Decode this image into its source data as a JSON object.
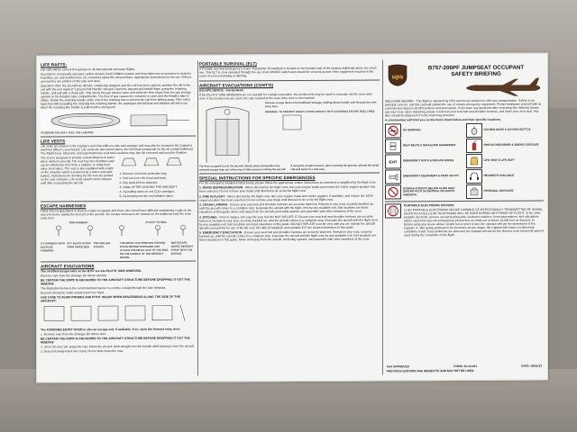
{
  "left_column": {
    "life_rafts": {
      "heading": "LIFE RAFTS:",
      "intro": "Life rafts will be carried (if required) on all international overwater flights.",
      "description": "Description: A manually operated carbon dioxide (CO2) inflation system and miscellaneous accessories to assist in boarding, use and maintenance are contained about the raft perimeter. Appropriate instructions for the use of these accessories are printed on the tube and deck.",
      "operation": "Operation: After the aircraft has ditched, completely stopped, and the exit has been opened, position the raft in the exit with the end marked \"Lanyard Pull Handle\" inboard. Open the lanyard pull handle flaps, grasp the retaining handle, and pull with a sharp jerk. This opens the gas release valve and starts the flow of gas from the gas storage cylinder to the flotation tube compartments. The flow of gas causes the container to open and the flotation tube to inflate. Retain the retaining handle at the end of the retaining line to prevent the raft from drifting away. If the raft is launched without pulling the retaining line retaining handle, the packages will still float and inflation will still occur when the retaining line handle is pulled with a strong jerk.",
      "figure_caption": "TO BOARD THE RAFT, PULL THE LANYARD"
    },
    "life_vests": {
      "heading": "LIFE VESTS",
      "text": "Life vests are stowed in the Captain's and First Officer's side wall stowage and may also be located in the Captain's and First Officer's seat bucket. Life vests are also stored above the fold down jumpseats on the aft cockpit bulkhead. The Flight Crew, Observer, and supernumerary seat back cushions may also be removed and used for flotation.",
      "text2": "The vest is designed to provide vertical flotation in water when donned correctly. The vest has two chambers and can be inflated by CO2 from a cylinder, or orally from valve stem tubes. The vest is also equipped with a light on the shoulder which is powered by a water-activated battery. Instructions for donning the life vest are printed on the vest container. Life vests should not be inflated until after evacuating the aircraft.",
      "steps": [
        "1. Remove vest from protective bag.",
        "2. Pull vest over the head and back.",
        "3. Clip waist belt as depicted.",
        "4. Inflate AFTER LEAVING THE AIRCRAFT:",
        "A. By pulling down on red CO2 cartridges.",
        "B. By blowing into the oral inflation tubes."
      ]
    },
    "escape_harnesses": {
      "heading": "ESCAPE HARNESSES",
      "text": "Fitted onto incapacitated or injured cockpit occupants and those who would have difficulty maintaining a grip on the descent device during the descent to the ground. Six escape harnesses are stowed on the bulkhead near the crew entry door.",
      "labels": [
        "DON GARMENT",
        "ATTACH TO REEL"
      ],
      "sub_captions": [
        "FIT GARMENT WITH BUCKLES FORWARD.",
        "PUT BLACK STRAP OVER SHOULDER.",
        "TIGHTEN LEG STRAPS.",
        "THE METAL CLIP POSITION FOR RED STRAP BEHIND SHOULDER AND ATTACH THE METAL CLIP TO THE RING ON THE HANDLE OF THE DESCENT DEVICE.",
        "SEE ESCAPE DEVICE DESCENT STRAP WITH THE BUCKLE."
      ]
    },
    "aircraft_evacuations": {
      "heading": "AIRCRAFT EVACUATIONS",
      "sub": "The certified escape exits on the B757 are the PILOTS' SIDE WINDOWS.",
      "line1": "Remove rope from the stowage bin above window.",
      "warn1": "BE CERTAIN THE ROPE IS ANCHORED TO THE AIRCRAFT STRUCTURE BEFORE DROPPING IT OUT THE WINDOW.",
      "line2": "The illustration below is the recommended manner to exit the cockpit through the side windows.",
      "line3": "Descent should be made slowly hand over hand.",
      "warn2": "USE CARE TO AVOID PROBES AND PITOT HEADS WHEN DESCENDING ALONG THE SIDE OF THE AIRCRAFT.",
      "forward_door": "The FORWARD ENTRY DOOR is also an escape exit, if available. If so, open the forward entry door:",
      "fd_steps": [
        "1. Remove rope from the stowage bin above door.",
        "2. Sit on the door sill, grasp the rope below the sill and climb straight onto the handle while turning to face the aircraft.",
        "3. Descend slowly hand over hand. Do not slide down the rope."
      ],
      "warn3": "BE CERTAIN THE ROPE IS ANCHORED TO THE AIRCRAFT STRUCTURE BEFORE DROPPING IT OUT THE WINDOW."
    }
  },
  "middle_column": {
    "portable_survival": {
      "heading": "PORTABLE SURVIVAL (ELT)",
      "text": "A Portable Survival Emergency Locator Transmitter (if installed) is located on the forward side of the lavatory bulkhead above the crash axe. This ELT is crew operated through the use of an ON/OFF switch and should be secured as part of the equipment required in the event of a forced landing or ditching."
    },
    "aircraft_evac_contd": {
      "heading": "AIRCRAFT EVACUATIONS (CONT'D)",
      "sub": "ESCAPE DEVICE - Inertia Reels",
      "text": "If the PILOTS' SIDE WINDOWS are not suitable for cockpit evacuation, the inertia reels may be used to evacuate via the crew entry door. If the inertia reels are used, the rope located at the crew entry door is not required.",
      "fig_notes": [
        "Remove escape device from bulkhead stowage, holding device handle, pull through the crew entry door.",
        "WARNING: TO PREVENT INJURY, AVOID CONTACT WITH EXTENDED ESCAPE REEL LINES.",
        "The first occupant to exit the aircraft should select and position the selected escape tape out of the way of other persons exiting the aircraft.",
        "If using the escape harness, upon reaching the ground, unhook the metal clip and move to a safe area."
      ]
    },
    "special_instructions": {
      "heading": "SPECIAL INSTRUCTIONS FOR SPECIFIC EMERGENCIES",
      "intro": "For the emergency situations listed below, please follow the appropriate written instructions as amended or amplified by the flight crew.",
      "items": [
        {
          "title": "1. RAPID DEPRESSURIZATION",
          "text": "- When directed by the flight crew, don your oxygen mask and ensure the 100% oxygen position has been selected. Do not remove your mask until directed to do so by the flight crew."
        },
        {
          "title": "2. FIRE IN FLIGHT",
          "text": "- When directed by the flight crew, don your oxygen mask and smoke goggles, if available, and ensure the 100% oxygen position has been selected. Do not remove your mask until directed to do so by the flight crew."
        },
        {
          "title": "3. CRASH LANDING",
          "text": "- Ensure your seat belt and shoulder harness are securely fastened. Remain in your seat, securely buckled up, until the aircraft comes to a complete stop. Evacuate the aircraft with the flight crew by any available exit. Exit locations are listed elsewhere in this guide. Move well away from the aircraft, preferably upwind, and assemble with other members of the crew."
        },
        {
          "title": "4. DITCHING",
          "text": "- Prior to impact, don your life vest, but DO NOT INFLATE IT. Ensure your seat belt and shoulder harness are securely fastened. Remain in your seat, securely buckled up, until the aircraft comes to a complete stop. Evacuate the aircraft with the flight crew by any available exit. Exit locations are listed elsewhere in this guide. DO NOT INFLATE your life vest until you are outside the aircraft. Specific instructions for use of the life vest, life rafts (if installed), and portable ELT are located elsewhere in this guide."
        },
        {
          "title": "5. EMERGENCY EVACUATION",
          "text": "- Ensure your seat belt and shoulder harness are securely fastened. Remain in your seat, securely buckled up, until the aircraft comes to a complete stop. Evacuate the aircraft with the flight crew by any available exit. Exit locations are listed elsewhere in this guide. Move well away from the aircraft, preferably upwind, and assemble with other members of the crew."
        }
      ]
    }
  },
  "right_column": {
    "logo_text": "ups",
    "title_line1": "B757-200PF JUMPSEAT OCCUPANT",
    "title_line2": "SAFETY BRIEFING",
    "welcome": "WELCOME ABOARD - This flight is operated by UPS and we are pleased to offer you transportation. Safety is our principal concern, and this card will explain the use of certain emergency equipment. Please familiarize yourself with its contents and observe all UPS policies and procedures. If you have any questions after reviewing this material, please ask your crew. Upon departing, please reconnect your seat belt and shoulder harness, and leave your area neat. Any litter should be disposed of in the trash bag provided.",
    "crewmember_note": "A crewmember will brief you on the items listed below and their specific locations.",
    "items": [
      {
        "icon": "no-smoking-icon",
        "label": "NO SMOKING"
      },
      {
        "icon": "oxygen-mask-icon",
        "label": "OXYGEN MASK & OXYGEN BOTTLE"
      },
      {
        "icon": "seat-belt-icon",
        "label": "SEAT BELTS & SHOULDER HARNESSES"
      },
      {
        "icon": "fire-extinguisher-icon",
        "label": "FIRE EXTINGUISHER & SMOKE GOGGLES"
      },
      {
        "icon": "exit-icon",
        "label": "EMERGENCY EXITS & ESCAPE ROPES"
      },
      {
        "icon": "life-vest-icon",
        "label": "LIFE VEST & LIFE RAFT"
      },
      {
        "icon": "flashlight-icon",
        "label": "EMERGENCY EQUIPMENT & FIRST AID KIT"
      },
      {
        "icon": "headset-icon",
        "label": "HEADSETS AVAILABLE"
      },
      {
        "icon": "sterile-cockpit-icon",
        "label": "STERILE COCKPIT BELOW 10,000 FEET (SUGAR PILOT IN CENTRAL OR SOUTH AMERICA)"
      },
      {
        "icon": "personal-baggage-icon",
        "label": "PERSONAL BAGGAGE"
      }
    ],
    "ped_heading": "PORTABLE ELECTRONIC DEVICES",
    "ped_text": "1) NO PORTABLE ELECTRONIC DEVICE CAPABLE OF INTENTIONALLY TRANSMITTING RF SIGNAL (SUCH AS A CELLULAR TELEPHONE) WILL BE USED DURING ANY PHASE OF FLIGHT. 2) No other portable electronic devices except hearing aids, electronic watches, heart pacemakers, and calculators will be used from taxi-out until passing 18,000 feet on climb-out or below 18,000 feet on descent. 3) Before using any device above 18,000 feet or prior to taxi, the operator will get the permission of the Captain. If, after giving permission for electronic device usage, the Captain will ensure no abnormal conditions result. If any problems are detected, the Captain will ask for the devices to be turned off and not used during the remainder of the flight.",
    "footer_left": "FAA APPROVED",
    "footer_form": "FORM: 22-13-001",
    "footer_date": "DATE: 05/01/13",
    "footer_note": "PREVIOUS EDITIONS ARE OBSOLETE AND MAY NOT BE USED."
  }
}
